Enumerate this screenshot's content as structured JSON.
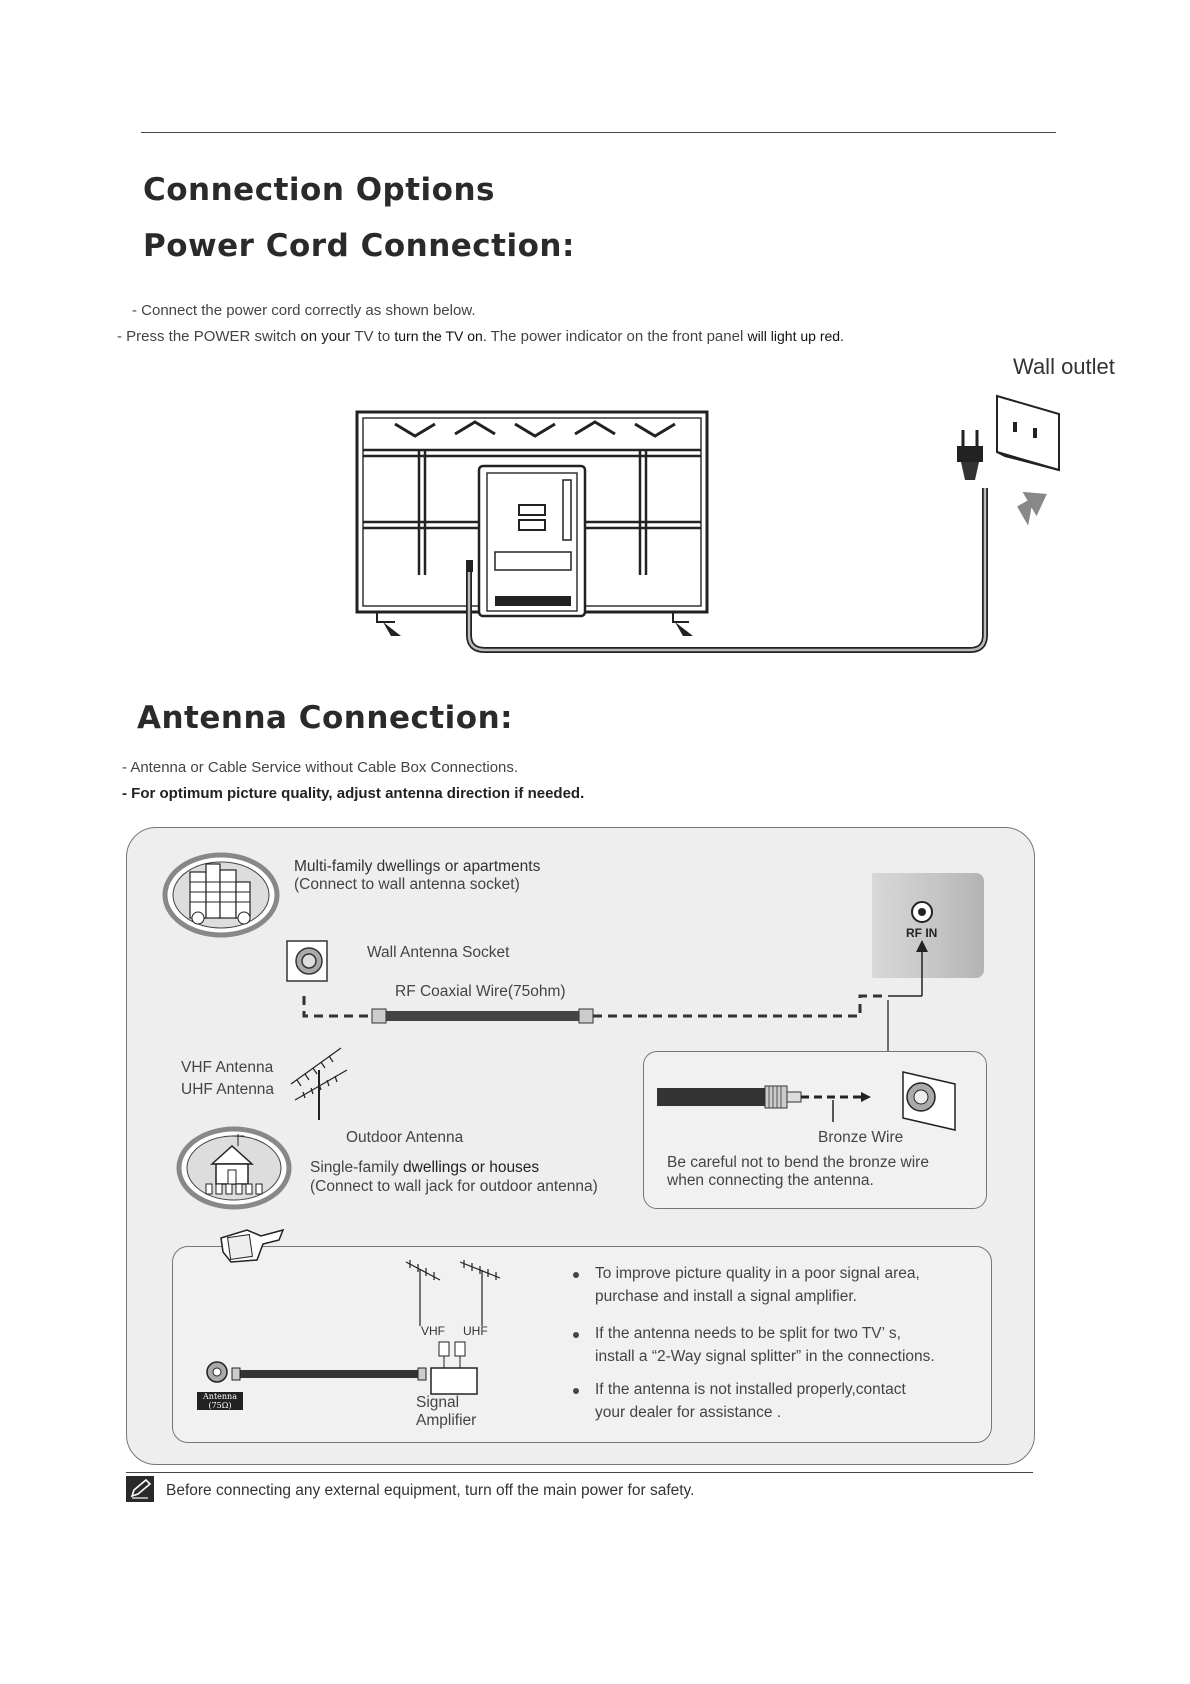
{
  "headings": {
    "connection_options": "Connection Options",
    "power_cord": "Power Cord Connection:",
    "antenna": "Antenna Connection:"
  },
  "power": {
    "line1": "- Connect the power cord correctly as shown below.",
    "line2_a": "- Press the POWER switch",
    "line2_b": "on your",
    "line2_c": "TV to",
    "line2_d": "turn the TV on.",
    "line2_e": "The power indicator on the front panel",
    "line2_f": "will light up red.",
    "wall_outlet": "Wall outlet"
  },
  "antenna_intro": {
    "line1": "- Antenna or Cable Service without Cable Box Connections.",
    "line2": "- For optimum picture quality, adjust antenna direction if needed."
  },
  "diagram": {
    "multi_family_title": "Multi-family dwellings or apartments",
    "multi_family_sub": "(Connect to wall antenna socket)",
    "wall_socket": "Wall Antenna Socket",
    "coax_wire": "RF Coaxial Wire(75ohm)",
    "rf_in": "RF IN",
    "vhf": "VHF Antenna",
    "uhf": "UHF Antenna",
    "outdoor": "Outdoor Antenna",
    "single_family_title_a": "Single-family",
    "single_family_title_b": "dwellings or houses",
    "single_family_sub": "(Connect to wall jack for outdoor antenna)",
    "bronze_wire": "Bronze Wire",
    "bronze_note_1": "Be careful not to bend the bronze wire",
    "bronze_note_2": "when connecting the antenna."
  },
  "tips": {
    "vhf_small": "VHF",
    "uhf_small": "UHF",
    "antenna_tag_1": "Antenna",
    "antenna_tag_2": "(75Ω)",
    "signal_amp_1": "Signal",
    "signal_amp_2": "Amplifier",
    "items": [
      {
        "l1": "To improve picture quality in a poor signal area,",
        "l2": "purchase and install a signal amplifier."
      },
      {
        "l1": "If the antenna needs to be split for two TV’ s,",
        "l2": "install a “2-Way signal splitter” in the connections."
      },
      {
        "l1": "If the antenna is not installed properly,contact",
        "l2": "your dealer for assistance ."
      }
    ]
  },
  "footer_note": "Before connecting any external equipment, turn off the main power for safety."
}
